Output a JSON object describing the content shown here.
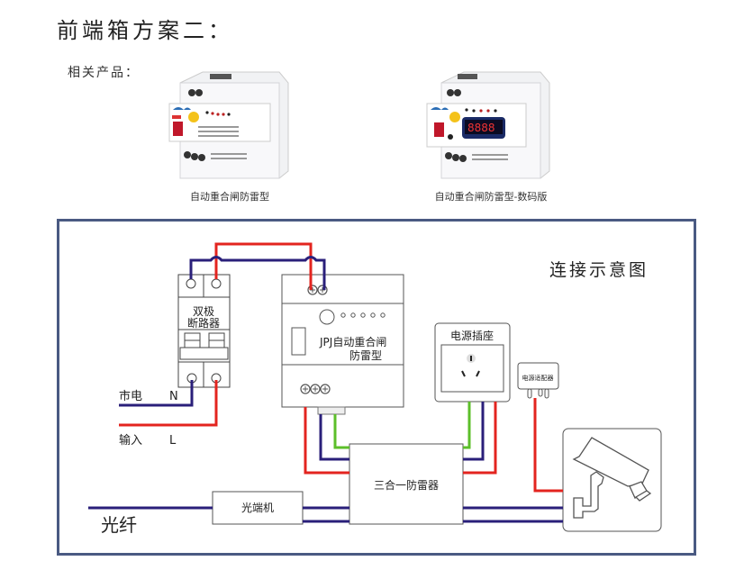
{
  "page": {
    "title": "前端箱方案二：",
    "related_label": "相关产品："
  },
  "products": [
    {
      "name": "自动重合闸防雷型",
      "variant": "standard"
    },
    {
      "name": "自动重合闸防雷型-数码版",
      "variant": "digital"
    }
  ],
  "diagram": {
    "title": "连接示意图",
    "breaker_label_line1": "双极",
    "breaker_label_line2": "断路器",
    "device_label_line1": "JPJ自动重合闸",
    "device_label_line2": "防雷型",
    "socket_label": "电源插座",
    "adapter_label": "电源适配器",
    "mains_label": "市电",
    "input_label": "输入",
    "neutral_label": "N",
    "live_label": "L",
    "surge_label": "三合一防雷器",
    "optical_terminal_label": "光端机",
    "fiber_label": "光纤",
    "colors": {
      "live": "#e3241f",
      "neutral": "#2a1f7a",
      "ground": "#5cbf2a",
      "frame": "#4a5a82"
    }
  }
}
